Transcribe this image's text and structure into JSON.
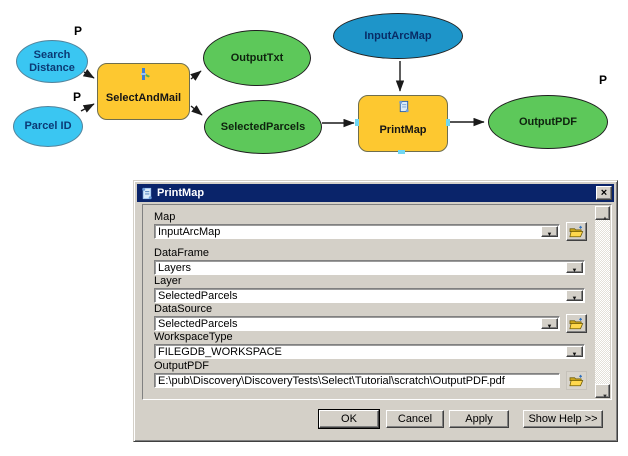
{
  "diagram": {
    "parameter_marker": "P",
    "nodes": [
      {
        "id": "search-distance",
        "label": "Search Distance",
        "kind": "input-variable",
        "parameter": true
      },
      {
        "id": "parcel-id",
        "label": "Parcel ID",
        "kind": "input-variable",
        "parameter": true
      },
      {
        "id": "select-and-mail",
        "label": "SelectAndMail",
        "kind": "script-tool"
      },
      {
        "id": "output-txt",
        "label": "OutputTxt",
        "kind": "derived-output"
      },
      {
        "id": "selected-parcels",
        "label": "SelectedParcels",
        "kind": "derived-output"
      },
      {
        "id": "input-arcmap",
        "label": "InputArcMap",
        "kind": "input-variable"
      },
      {
        "id": "print-map",
        "label": "PrintMap",
        "kind": "script-tool"
      },
      {
        "id": "output-pdf",
        "label": "OutputPDF",
        "kind": "derived-output",
        "parameter": true
      }
    ],
    "colors": {
      "input_variable_fill": "#3ac6f2",
      "input_arcmap_fill": "#1e95c9",
      "derived_output_fill": "#5dc85a",
      "tool_fill": "#fdc830",
      "connector": "#1a1a1a"
    }
  },
  "dialog": {
    "title": "PrintMap",
    "titlebar_color": "#0a246a",
    "close_glyph": "×",
    "dropdown_glyph": "▼",
    "fields": [
      {
        "label": "Map",
        "value": "InputArcMap",
        "control": "combobox-with-browse"
      },
      {
        "label": "DataFrame",
        "value": "Layers",
        "control": "combobox"
      },
      {
        "label": "Layer",
        "value": "SelectedParcels",
        "control": "combobox"
      },
      {
        "label": "DataSource",
        "value": "SelectedParcels",
        "control": "combobox-with-browse"
      },
      {
        "label": "WorkspaceType",
        "value": "FILEGDB_WORKSPACE",
        "control": "combobox"
      },
      {
        "label": "OutputPDF",
        "value": "E:\\pub\\Discovery\\DiscoveryTests\\Select\\Tutorial\\scratch\\OutputPDF.pdf",
        "control": "textbox-with-browse"
      }
    ],
    "scrollbar": {
      "up_glyph": "▲",
      "down_glyph": "▼"
    },
    "buttons": [
      {
        "label": "OK",
        "default": true
      },
      {
        "label": "Cancel"
      },
      {
        "label": "Apply"
      },
      {
        "label": "Show Help >>"
      }
    ]
  }
}
